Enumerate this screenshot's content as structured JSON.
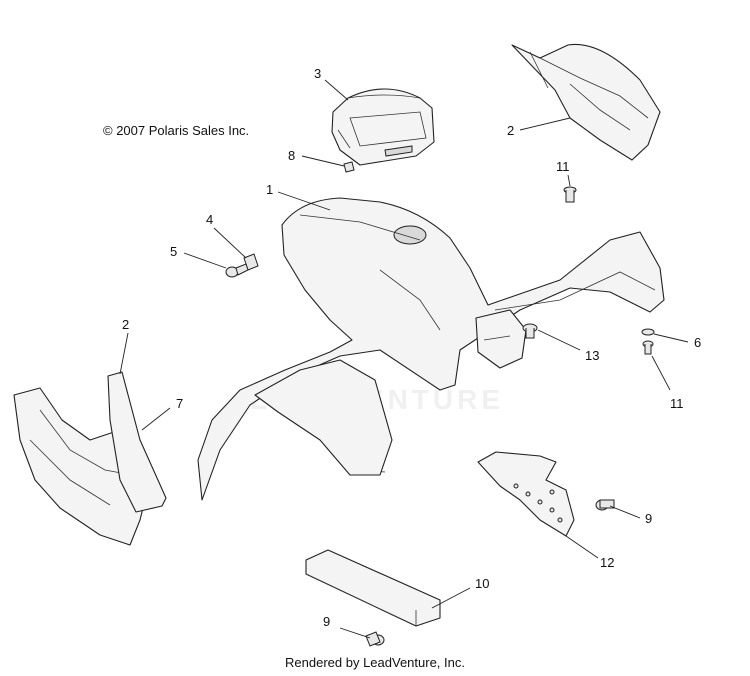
{
  "copyright": "© 2007 Polaris Sales Inc.",
  "footer": "Rendered by LeadVenture, Inc.",
  "watermark": "LEADVENTURE",
  "callouts": {
    "c1": "1",
    "c2a": "2",
    "c2b": "2",
    "c3": "3",
    "c4": "4",
    "c5": "5",
    "c6": "6",
    "c7": "7",
    "c8": "8",
    "c9a": "9",
    "c9b": "9",
    "c10": "10",
    "c11a": "11",
    "c11b": "11",
    "c12": "12",
    "c13": "13"
  }
}
